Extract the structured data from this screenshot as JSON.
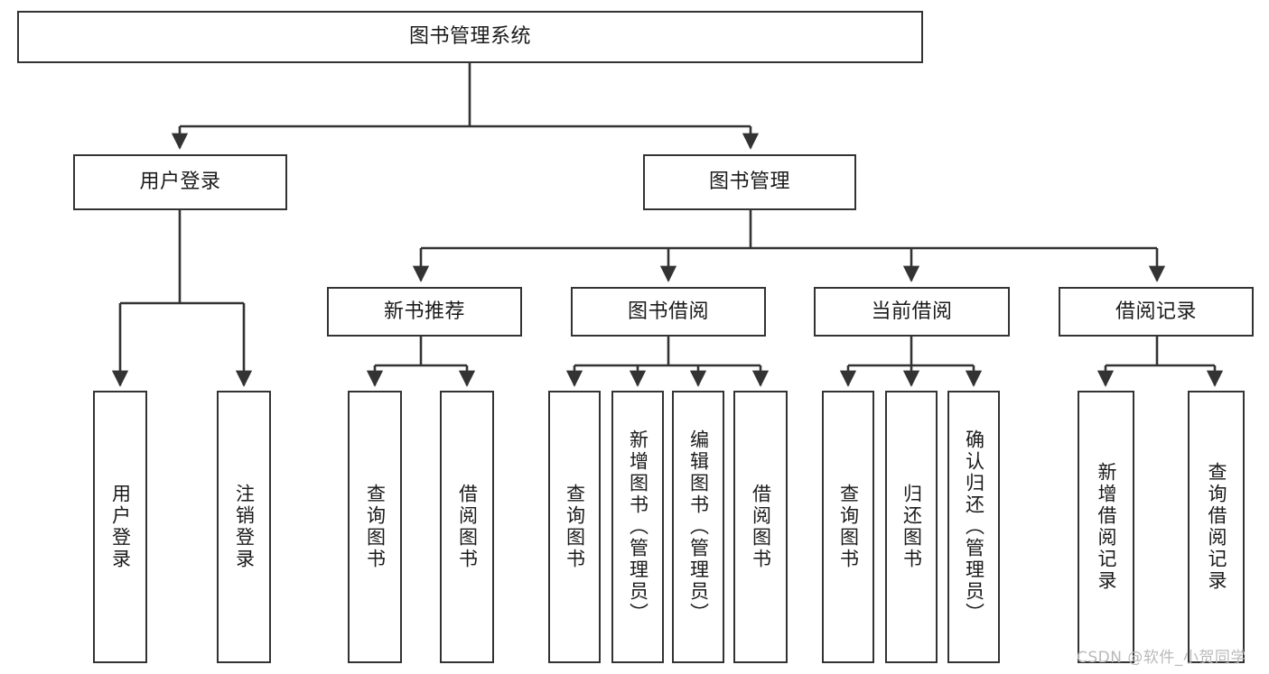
{
  "diagram": {
    "title": "图书管理系统",
    "type": "tree-hierarchy-diagram",
    "watermark": "CSDN @软件_小贺同学",
    "colors": {
      "box_border": "#333333",
      "box_fill": "#ffffff",
      "connector": "#333333",
      "text": "#1a1a1a",
      "watermark": "#b9b9b9",
      "background": "#ffffff"
    },
    "nodes": {
      "root": {
        "label": "图书管理系统"
      },
      "level2": [
        {
          "id": "user-login",
          "label": "用户登录"
        },
        {
          "id": "book-management",
          "label": "图书管理"
        }
      ],
      "level3": [
        {
          "id": "new-book-recommend",
          "label": "新书推荐"
        },
        {
          "id": "book-borrow",
          "label": "图书借阅"
        },
        {
          "id": "current-borrow",
          "label": "当前借阅"
        },
        {
          "id": "borrow-record",
          "label": "借阅记录"
        }
      ],
      "leaves": {
        "user_login": [
          {
            "id": "leaf-user-login",
            "label": "用户登录"
          },
          {
            "id": "leaf-logout-login",
            "label": "注销登录"
          }
        ],
        "new_book_recommend": [
          {
            "id": "leaf-query-book-1",
            "label": "查询图书"
          },
          {
            "id": "leaf-borrow-book-1",
            "label": "借阅图书"
          }
        ],
        "book_borrow": [
          {
            "id": "leaf-query-book-2",
            "label": "查询图书"
          },
          {
            "id": "leaf-add-book",
            "label": "新增图书（管理员）"
          },
          {
            "id": "leaf-edit-book",
            "label": "编辑图书（管理员）"
          },
          {
            "id": "leaf-borrow-book-2",
            "label": "借阅图书"
          }
        ],
        "current_borrow": [
          {
            "id": "leaf-query-book-3",
            "label": "查询图书"
          },
          {
            "id": "leaf-return-book",
            "label": "归还图书"
          },
          {
            "id": "leaf-confirm-return",
            "label": "确认归还（管理员）"
          }
        ],
        "borrow_record": [
          {
            "id": "leaf-add-record",
            "label": "新增借阅记录"
          },
          {
            "id": "leaf-query-record",
            "label": "查询借阅记录"
          }
        ]
      }
    }
  }
}
